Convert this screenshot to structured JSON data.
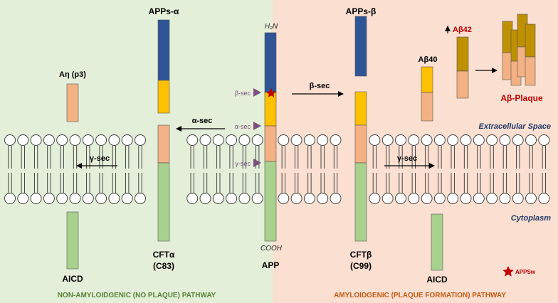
{
  "colors": {
    "left_bg": "#e4efd9",
    "right_bg": "#fbe0d2",
    "blue": "#2f5597",
    "yellow": "#ffc000",
    "salmon": "#f4b183",
    "green": "#a9d18e",
    "olive": "#bf9000",
    "red": "#c00000",
    "purple": "#7b4f7f",
    "navy": "#1f3864",
    "pathway_left": "#548235",
    "pathway_right": "#c55a11"
  },
  "labels": {
    "apps_alpha": "APPs-α",
    "apps_beta": "APPs-β",
    "a_eta": "Aη (p3)",
    "ab40": "Aβ40",
    "ab42": "Aβ42",
    "ab_plaque": "Aβ-Plaque",
    "h2n": "H₂N",
    "cooh": "COOH",
    "app": "APP",
    "beta_sec_site": "β-sec",
    "alpha_sec_site": "α-sec",
    "gamma_sec_site": "γ-sec",
    "alpha_sec_arrow": "α-sec",
    "beta_sec_arrow": "β-sec",
    "gamma_sec_left": "γ-sec",
    "gamma_sec_right": "γ-sec",
    "extracellular": "Extracellular Space",
    "cytoplasm": "Cytoplasm",
    "cft_alpha": "CFTα",
    "c83": "(C83)",
    "cft_beta": "CFTβ",
    "c99": "(C99)",
    "aicd_left": "AICD",
    "aicd_right": "AICD",
    "appsw": "APPSw",
    "pathway_left": "NON-AMYLOIDGENIC (NO PLAQUE) PATHWAY",
    "pathway_right": "AMYLOIDGENIC (PLAQUE FORMATION) PATHWAY"
  },
  "icons": {
    "star": "star-icon",
    "up_arrow": "up-arrow-icon",
    "cleavage_marker": "triangle-marker-icon"
  }
}
